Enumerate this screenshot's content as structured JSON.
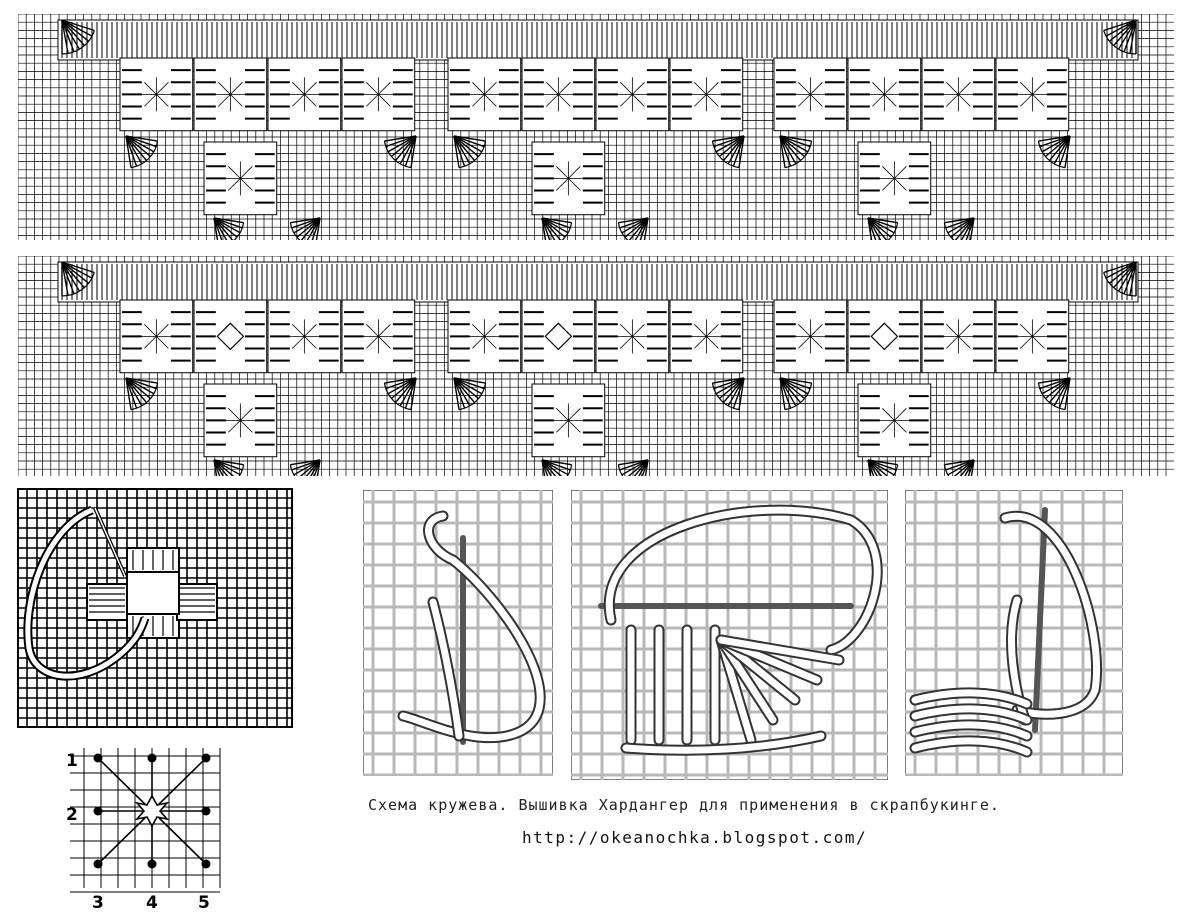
{
  "caption": "Схема кружева. Вышивка Хардангер для применения в скрапбукинге.",
  "url": "http://okeanochka.blogspot.com/",
  "key_numbers": [
    "1",
    "2",
    "3",
    "4",
    "5"
  ],
  "icons": {
    "needle": "needle-icon",
    "thread": "thread-icon",
    "dove_eye": "dove-eye-icon"
  },
  "colors": {
    "grid": "#000000",
    "fabric_grid": "#b8b8b8",
    "needle": "#555555",
    "thread_fill": "#ffffff"
  }
}
